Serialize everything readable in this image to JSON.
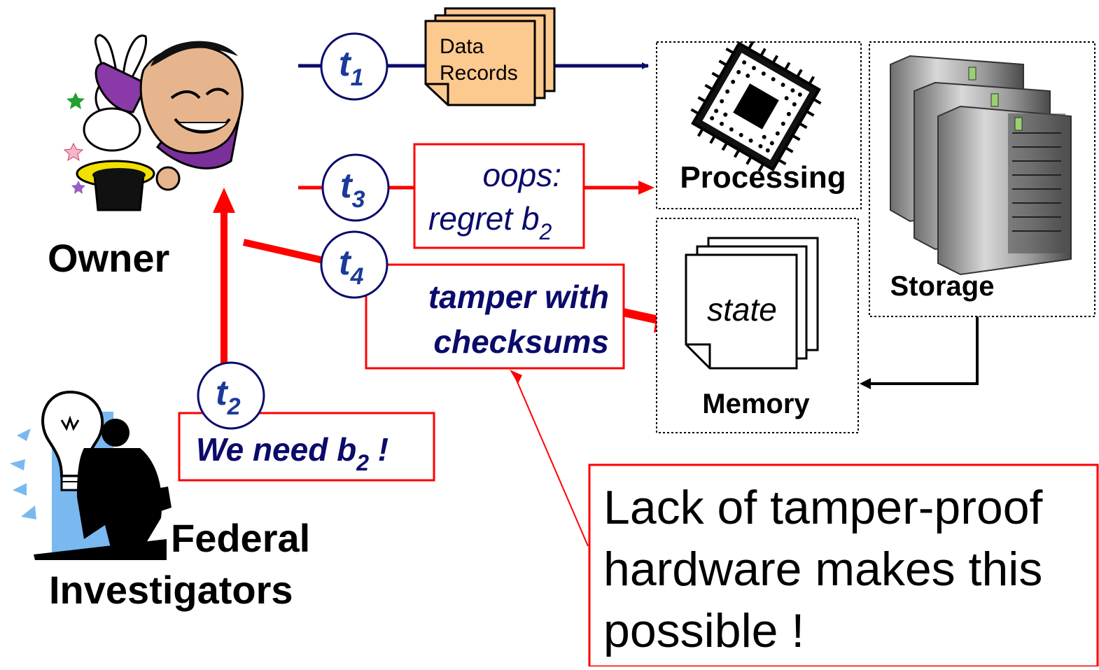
{
  "actors": {
    "owner": "Owner",
    "investigators_line1": "Federal",
    "investigators_line2": "Investigators"
  },
  "timesteps": [
    {
      "letter": "t",
      "sub": "1"
    },
    {
      "letter": "t",
      "sub": "2"
    },
    {
      "letter": "t",
      "sub": "3"
    },
    {
      "letter": "t",
      "sub": "4"
    }
  ],
  "messages": {
    "data_records_line1": "Data",
    "data_records_line2": "Records",
    "we_need_main": "We need b",
    "we_need_sub": "2",
    "we_need_end": " !",
    "oops_line1": "oops:",
    "oops_line2_main": "regret b",
    "oops_line2_sub": "2",
    "tamper_line1": "tamper with",
    "tamper_line2": "checksums"
  },
  "components": {
    "processing": "Processing",
    "storage": "Storage",
    "memory": "Memory",
    "state": "state"
  },
  "callout": {
    "line1": "Lack of tamper-proof",
    "line2": "hardware makes this",
    "line3": "possible !"
  },
  "colors": {
    "navy": "#0b0b6b",
    "red": "#ff0000",
    "records_fill": "#fcc98f"
  }
}
